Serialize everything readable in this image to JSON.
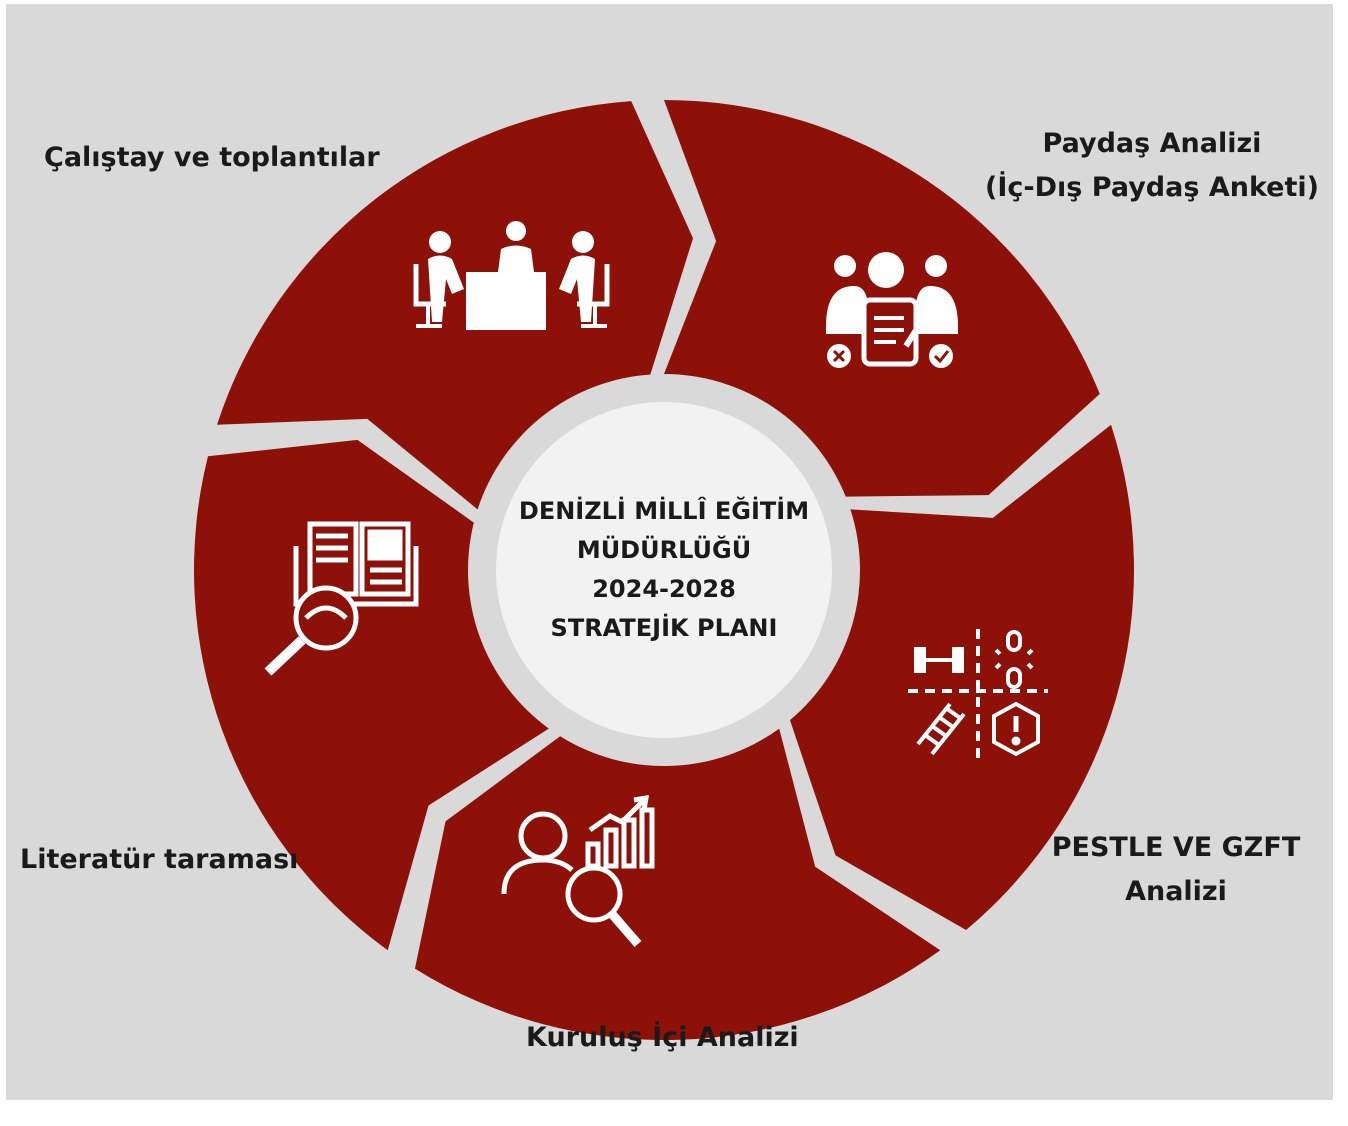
{
  "colors": {
    "background": "#d9d9d9",
    "segment": "#8e1109",
    "center": "#f2f2f2",
    "icon": "#ffffff",
    "text": "#1a1a1a"
  },
  "center_title": {
    "line1": "DENİZLİ MİLLÎ EĞİTİM",
    "line2": "MÜDÜRLÜĞÜ",
    "line3": "2024-2028",
    "line4": "STRATEJİK PLANI"
  },
  "steps": [
    {
      "label": "Çalıştay ve toplantılar",
      "icon": "meeting-table-icon"
    },
    {
      "label_line1": "Paydaş Analizi",
      "label_line2": "(İç-Dış Paydaş Anketi)",
      "icon": "stakeholder-survey-icon"
    },
    {
      "label_line1": "PESTLE VE GZFT",
      "label_line2": "Analizi",
      "icon": "swot-quadrant-icon"
    },
    {
      "label": "Kuruluş İçi Analizi",
      "icon": "internal-analysis-icon"
    },
    {
      "label": "Literatür taraması",
      "icon": "literature-search-icon"
    }
  ]
}
